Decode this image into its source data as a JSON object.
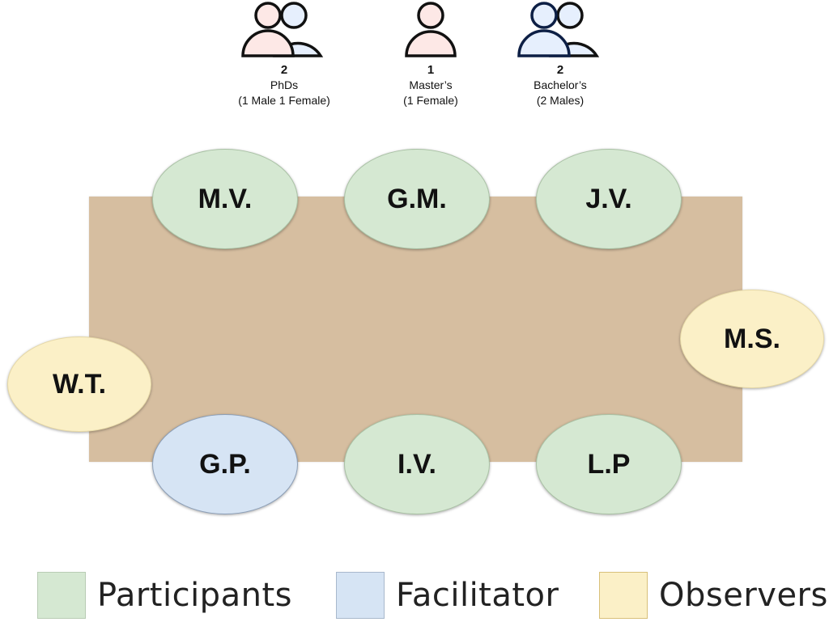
{
  "groups": [
    {
      "count": "2",
      "label": "PhDs",
      "detail": "(1 Male 1 Female)",
      "icon": "two-people-icon"
    },
    {
      "count": "1",
      "label": "Master’s",
      "detail": "(1 Female)",
      "icon": "person-icon"
    },
    {
      "count": "2",
      "label": "Bachelor’s",
      "detail": "(2 Males)",
      "icon": "two-people-icon"
    }
  ],
  "colors": {
    "table": "#d6bea0",
    "participant": "#d5e8d2",
    "facilitator": "#d6e4f4",
    "observer": "#fbf0c7",
    "female_icon": "#fde8e6",
    "male_icon": "#e6effd",
    "navy_outline": "#0d1f45"
  },
  "seats": {
    "top": [
      "M.V.",
      "G.M.",
      "J.V."
    ],
    "bottom": [
      "G.P.",
      "I.V.",
      "L.P"
    ],
    "left": "W.T.",
    "right": "M.S."
  },
  "legend": {
    "participants": "Participants",
    "facilitator": "Facilitator",
    "observers": "Observers"
  }
}
